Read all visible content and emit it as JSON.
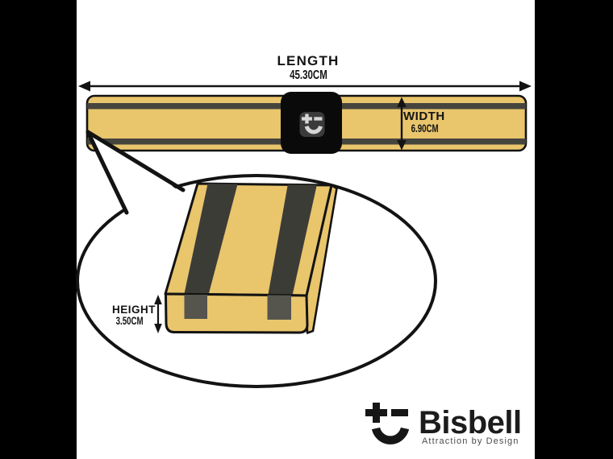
{
  "diagram": {
    "length": {
      "label": "LENGTH",
      "value": "45.30CM"
    },
    "width": {
      "label": "WIDTH",
      "value": "6.90CM"
    },
    "height": {
      "label": "HEIGHT",
      "value": "3.50CM"
    }
  },
  "brand": {
    "name": "Bisbell",
    "tagline": "Attraction by Design",
    "icon": "magnet-plus-minus-smile-icon"
  },
  "colors": {
    "wood": "#E9C56C",
    "magnet_stripe": "#3F3F3A",
    "front_stripe": "#55554E",
    "outline": "#131313",
    "letterbox": "#000000",
    "badge_bg": "#0A0A0A",
    "badge_inner": "#3B3B3B",
    "badge_glyph": "#D6D6D6",
    "background": "#FFFFFF",
    "tagline_text": "#4C4C4C"
  }
}
